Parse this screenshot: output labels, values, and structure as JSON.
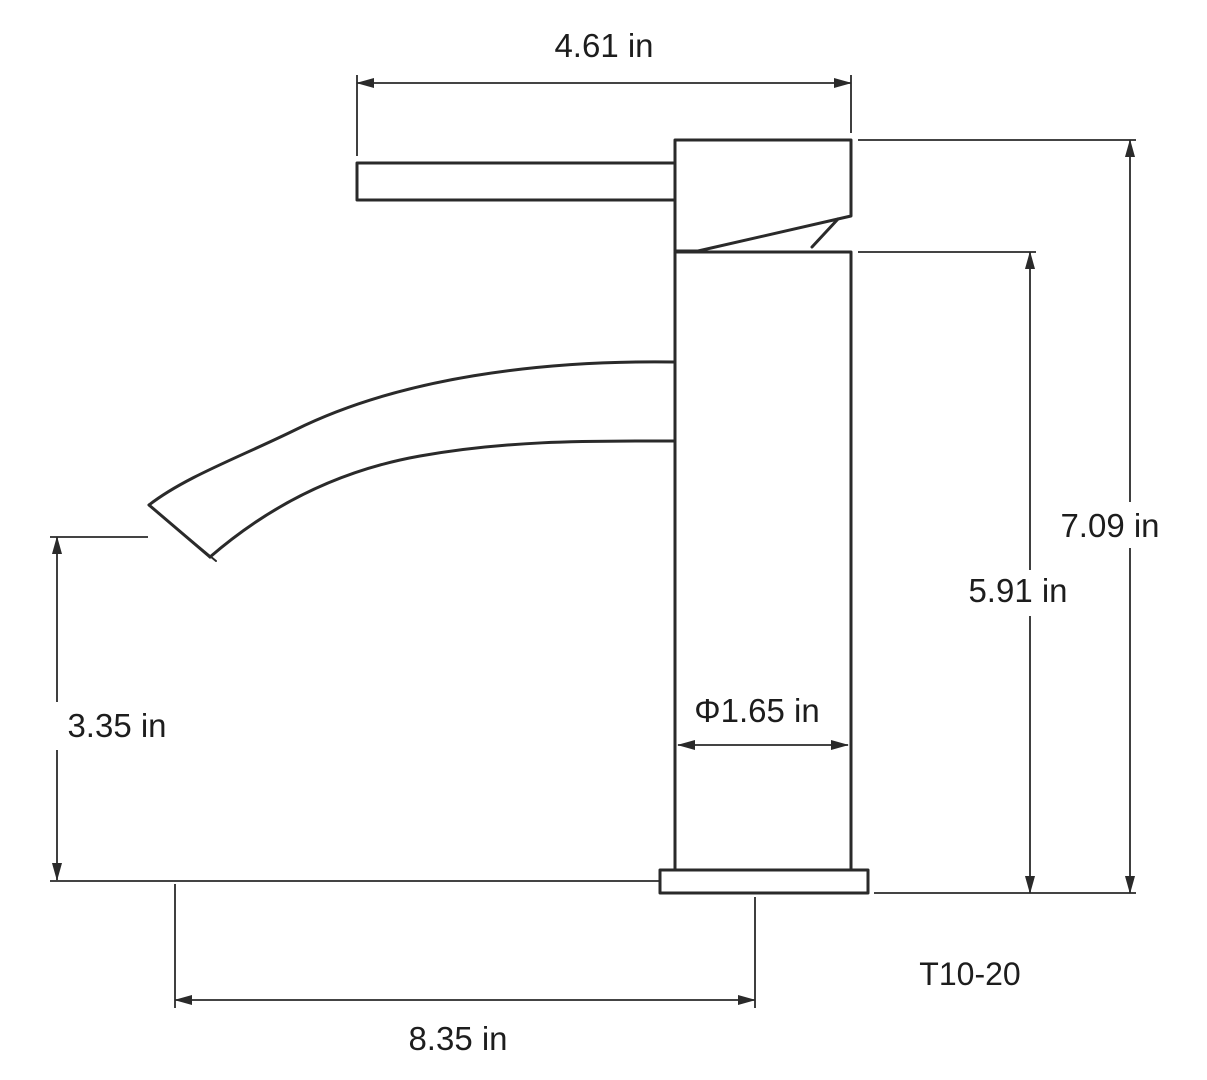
{
  "drawing": {
    "type": "technical-dimension-drawing",
    "subject": "single-handle bathroom basin faucet, side elevation",
    "model": "T10-20",
    "line_color": "#2a2a2a",
    "background": "#ffffff",
    "dimensions": {
      "top_width": "4.61 in",
      "overall_height": "7.09 in",
      "body_height": "5.91 in",
      "spout_outlet_height": "3.35 in",
      "body_diameter": "Φ1.65 in",
      "overall_projection": "8.35 in"
    }
  }
}
